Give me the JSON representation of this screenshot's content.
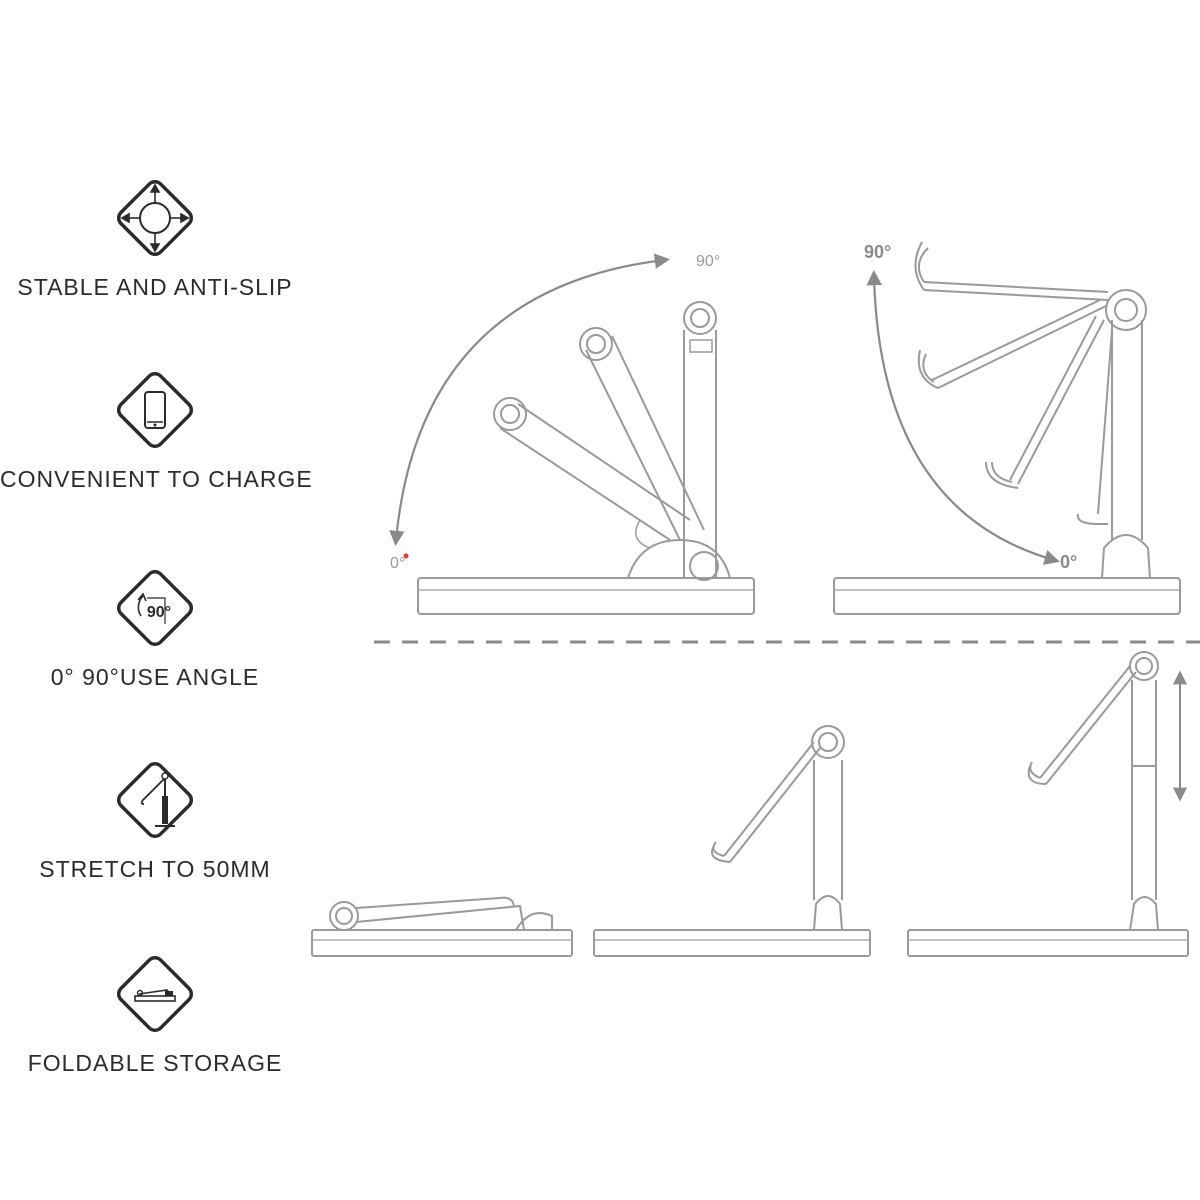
{
  "features": [
    {
      "label": "STABLE AND ANTI-SLIP",
      "icon": "compass-arrows-icon"
    },
    {
      "label": "CONVENIENT TO CHARGE",
      "icon": "phone-icon"
    },
    {
      "label": "0° 90°USE ANGLE",
      "icon": "rotate-90-icon",
      "icon_text": "90°"
    },
    {
      "label": "STRETCH TO  50MM",
      "icon": "telescopic-stand-icon"
    },
    {
      "label": "FOLDABLE STORAGE",
      "icon": "folded-stand-icon"
    }
  ],
  "angle_diagrams": {
    "left": {
      "max_label": "90°",
      "min_label": "0°"
    },
    "right": {
      "max_label": "90°",
      "min_label": "0°"
    }
  },
  "colors": {
    "line": "#9a9a9a",
    "dark": "#2b2b2b",
    "accent": "#e53935",
    "arrow": "#8a8a8a"
  }
}
